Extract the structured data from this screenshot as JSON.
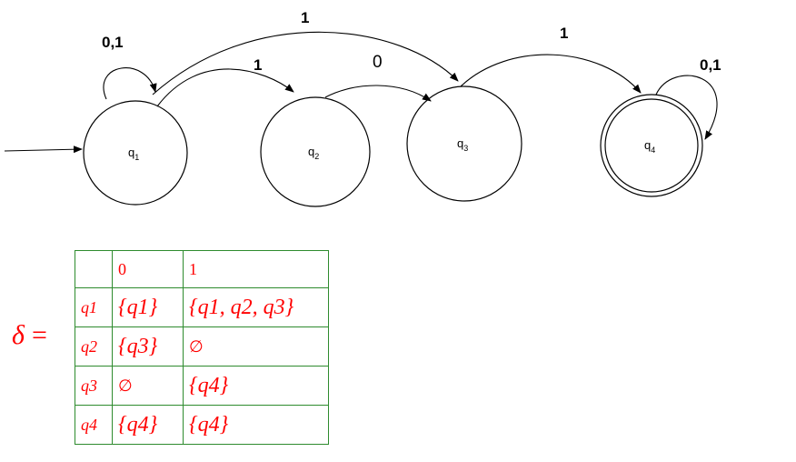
{
  "states": [
    {
      "name": "q",
      "sub": "1"
    },
    {
      "name": "q",
      "sub": "2"
    },
    {
      "name": "q",
      "sub": "3"
    },
    {
      "name": "q",
      "sub": "4"
    }
  ],
  "edge_labels": {
    "q1_loop": "0,1",
    "q1_q2": "1",
    "q1_q3": "1",
    "q2_q3": "0",
    "q3_q4": "1",
    "q4_loop": "0,1"
  },
  "delta": {
    "symbol": "δ",
    "equals": "="
  },
  "table": {
    "header": [
      "",
      "0",
      "1"
    ],
    "rows": [
      [
        "q1",
        "{q1}",
        "{q1, q2, q3}"
      ],
      [
        "q2",
        "{q3}",
        "∅"
      ],
      [
        "q3",
        "∅",
        "{q4}"
      ],
      [
        "q4",
        "{q4}",
        "{q4}"
      ]
    ]
  },
  "colors": {
    "table_text": "#ff0000",
    "table_border": "#2e8b2e",
    "diagram": "#000000"
  }
}
